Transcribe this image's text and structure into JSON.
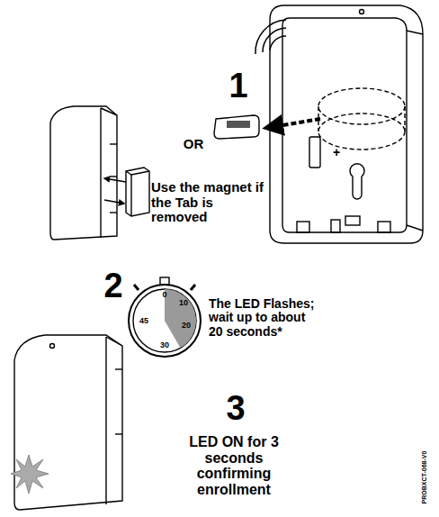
{
  "diagram": {
    "labels": [
      "1",
      "OR",
      "+",
      "Use the magnet if the Tab is removed",
      "2",
      "0",
      "10",
      "20",
      "30",
      "45",
      "The LED Flashes; wait up to about 20 seconds*",
      "3",
      "LED ON for 3 seconds confirming enrollment",
      "PROBXCT-068-V0"
    ]
  }
}
